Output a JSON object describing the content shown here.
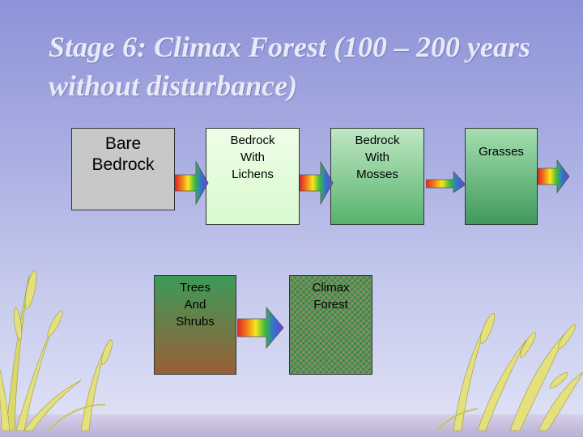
{
  "slide": {
    "title": "Stage 6: Climax Forest (100 – 200 years without disturbance)"
  },
  "stages": [
    {
      "label": "Bare\nBedrock"
    },
    {
      "label": "Bedrock\nWith\nLichens"
    },
    {
      "label": "Bedrock\nWith\nMosses"
    },
    {
      "label": "Grasses"
    },
    {
      "label": "Trees\nAnd\nShrubs"
    },
    {
      "label": "Climax\nForest"
    }
  ],
  "colors": {
    "background": "#a9aee2",
    "bare_bedrock": "#c8c8c8",
    "lichens": "#e6fcde",
    "mosses": "#57b36d",
    "grasses": "#3f9a5c",
    "trees_shrubs": "#9a5e36",
    "climax_forest": "#4f9a5a",
    "arrow_gradient": [
      "#e0232b",
      "#f07a1a",
      "#f7e71c",
      "#3dbb3d",
      "#2f6fd6",
      "#7a3fc4"
    ]
  },
  "decoration": {
    "icon": "wheat-grass-icon"
  }
}
